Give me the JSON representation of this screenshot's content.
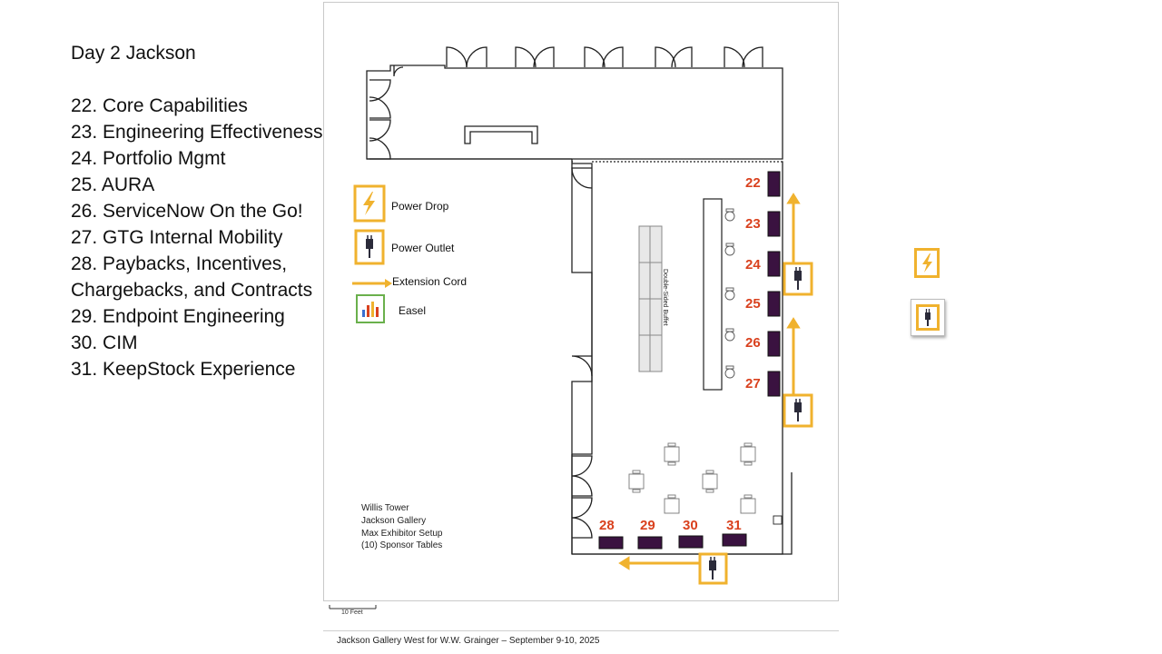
{
  "heading": "Day 2 Jackson",
  "agenda": [
    "22. Core Capabilities",
    "23. Engineering Effectiveness",
    "24. Portfolio Mgmt",
    "25. AURA",
    "26. ServiceNow On the Go!",
    "27. GTG Internal Mobility",
    "28. Paybacks, Incentives, Chargebacks, and Contracts",
    "29.  Endpoint Engineering",
    "30. CIM",
    "31. KeepStock Experience"
  ],
  "legend": {
    "power_drop": "Power Drop",
    "power_outlet": "Power Outlet",
    "extension_cord": "Extension Cord",
    "easel": "Easel"
  },
  "buffet_label": "Double-Sided Buffet",
  "table_numbers": [
    "22",
    "23",
    "24",
    "25",
    "26",
    "27",
    "28",
    "29",
    "30",
    "31"
  ],
  "venue_note": [
    "Willis Tower",
    "Jackson Gallery",
    "Max Exhibitor Setup",
    "(10) Sponsor Tables"
  ],
  "scale_label": "10 Feet",
  "footer": "Jackson Gallery West for W.W. Grainger – September 9-10, 2025",
  "colors": {
    "accent_orange": "#f0b22e",
    "number_red": "#d9411e",
    "table_fill": "#3a1240"
  }
}
